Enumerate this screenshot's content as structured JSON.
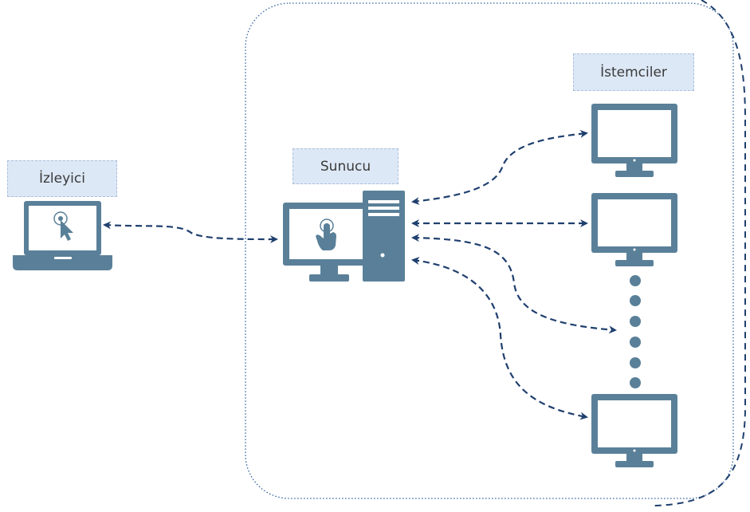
{
  "labels": {
    "viewer": "İzleyici",
    "server": "Sunucu",
    "clients": "İstemciler"
  },
  "colors": {
    "device": "#5a8099",
    "screen": "#ffffff",
    "arrow": "#1f3f6e",
    "frame": "#2f5f9f",
    "label_bg": "#dde8f6"
  },
  "icons": {
    "viewer": "laptop-icon",
    "server": "desktop-computer-icon",
    "client": "monitor-icon",
    "touch": "hand-pointer-icon",
    "cursor": "mouse-cursor-icon"
  }
}
